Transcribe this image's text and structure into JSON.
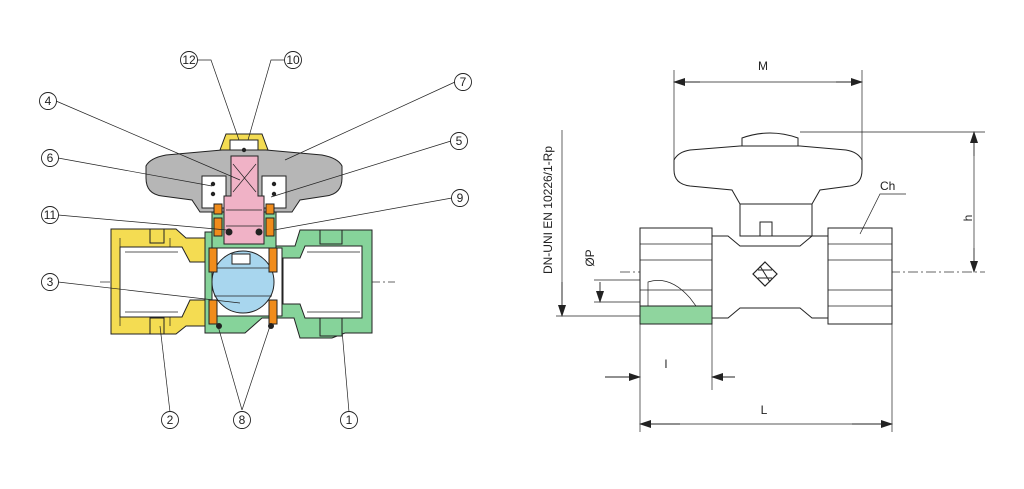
{
  "colors": {
    "body_green": "#86d39a",
    "nut_yellow": "#f4dc52",
    "handle_gray": "#b6b6b6",
    "stem_pink": "#f0b2c6",
    "ball_blue": "#a8d6ee",
    "seal_orange": "#f08c1c",
    "rp_green": "#8fd59e"
  },
  "callouts": {
    "c1": "1",
    "c2": "2",
    "c3": "3",
    "c4": "4",
    "c5": "5",
    "c6": "6",
    "c7": "7",
    "c8": "8",
    "c9": "9",
    "c10": "10",
    "c11": "11",
    "c12": "12"
  },
  "dimensions": {
    "M": "M",
    "h": "h",
    "Ch": "Ch",
    "P": "ØP",
    "l": "l",
    "L": "L",
    "standard": "DN-UNI EN 10226/1-Rp"
  }
}
